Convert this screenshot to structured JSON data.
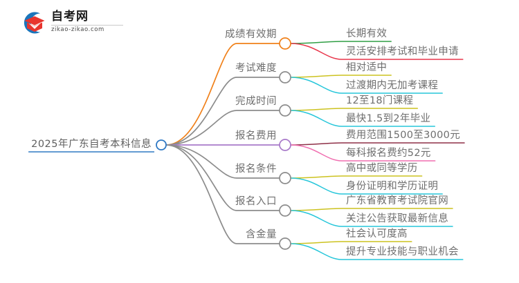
{
  "logo": {
    "title": "自考网",
    "subtitle": "zikao-zikao.com",
    "mark_name": "zikao-graduation-cap-logo",
    "arc_color": "#1b75bb",
    "cap_color": "#e8352e"
  },
  "mindmap": {
    "root": {
      "label": "2025年广东自考本科信息",
      "node_color": "#2e78c4",
      "underline_color": "#2e78c4"
    },
    "branches": [
      {
        "label": "成绩有效期",
        "line_color": "#f08019",
        "node_color": "#f08019",
        "children": [
          {
            "label": "长期有效",
            "line_color": "#2f9e44"
          },
          {
            "label": "灵活安排考试和毕业申请",
            "line_color": "#e8354a"
          }
        ]
      },
      {
        "label": "考试难度",
        "line_color": "#8c8c8c",
        "node_color": "#8c8c8c",
        "children": [
          {
            "label": "相对适中",
            "line_color": "#ccc21f"
          },
          {
            "label": "过渡期内无加考课程",
            "line_color": "#26c6da"
          }
        ]
      },
      {
        "label": "完成时间",
        "line_color": "#8c8c8c",
        "node_color": "#8c8c8c",
        "children": [
          {
            "label": "12至18门课程",
            "line_color": "#ccc21f"
          },
          {
            "label": "最快1.5到2年毕业",
            "line_color": "#26c6da"
          }
        ]
      },
      {
        "label": "报名费用",
        "line_color": "#a879c9",
        "node_color": "#a879c9",
        "children": [
          {
            "label": "费用范围1500至3000元",
            "line_color": "#8e2f47"
          },
          {
            "label": "每科报名费约52元",
            "line_color": "#f06fb0"
          }
        ]
      },
      {
        "label": "报名条件",
        "line_color": "#8c8c8c",
        "node_color": "#8c8c8c",
        "children": [
          {
            "label": "高中或同等学历",
            "line_color": "#ccc21f"
          },
          {
            "label": "身份证明和学历证明",
            "line_color": "#26c6da"
          }
        ]
      },
      {
        "label": "报名入口",
        "line_color": "#8c8c8c",
        "node_color": "#8c8c8c",
        "children": [
          {
            "label": "广东省教育考试院官网",
            "line_color": "#ccc21f"
          },
          {
            "label": "关注公告获取最新信息",
            "line_color": "#26c6da"
          }
        ]
      },
      {
        "label": "含金量",
        "line_color": "#8c8c8c",
        "node_color": "#8c8c8c",
        "children": [
          {
            "label": "社会认可度高",
            "line_color": "#ccc21f"
          },
          {
            "label": "提升专业技能与职业机会",
            "line_color": "#26c6da"
          }
        ]
      }
    ]
  }
}
